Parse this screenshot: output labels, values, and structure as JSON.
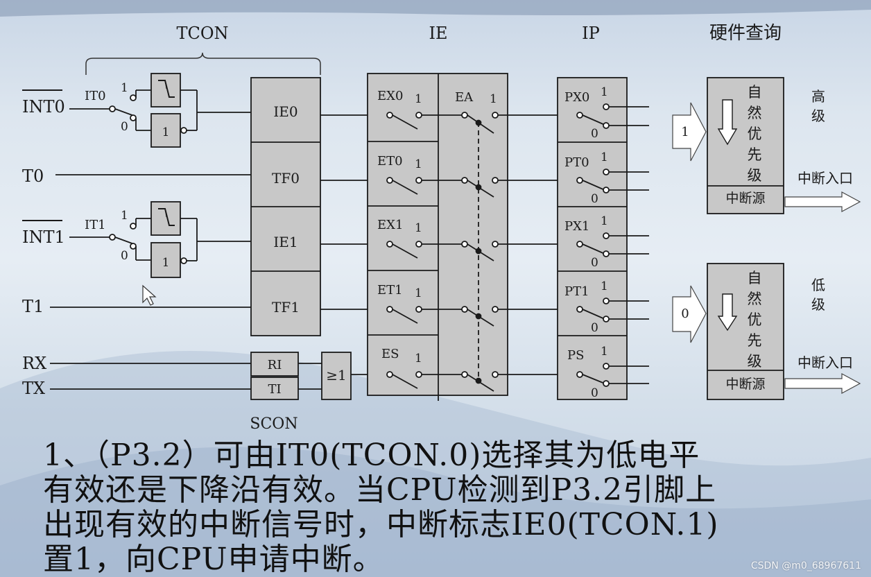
{
  "headers": {
    "tcon": "TCON",
    "ie": "IE",
    "ip": "IP",
    "hw_query": "硬件查询",
    "scon": "SCON"
  },
  "inputs": {
    "int0": "INT0",
    "t0": "T0",
    "int1": "INT1",
    "t1": "T1",
    "rx": "RX",
    "tx": "TX"
  },
  "it_selectors": {
    "it0": "IT0",
    "it1": "IT1",
    "one": "1",
    "zero": "0"
  },
  "tcon_flags": [
    "IE0",
    "TF0",
    "IE1",
    "TF1"
  ],
  "scon_flags": [
    "RI",
    "TI"
  ],
  "or_gate": "≥1",
  "ie_bits": [
    "EX0",
    "ET0",
    "EX1",
    "ET1",
    "ES"
  ],
  "ea_label": "EA",
  "ip_bits": [
    "PX0",
    "PT0",
    "PX1",
    "PT1",
    "PS"
  ],
  "switch_labels": {
    "one": "1",
    "zero": "0"
  },
  "priority": {
    "high": {
      "level": "高级",
      "arrow_value": "1",
      "natural": "自然优先级",
      "source": "中断源",
      "entry": "中断入口"
    },
    "low": {
      "level": "低级",
      "arrow_value": "0",
      "natural": "自然优先级",
      "source": "中断源",
      "entry": "中断入口"
    }
  },
  "caption": {
    "line1": "1、（P3.2）可由IT0(TCON.0)选择其为低电平",
    "line2": "有效还是下降沿有效。当CPU检测到P3.2引脚上",
    "line3": "出现有效的中断信号时，中断标志IE0(TCON.1)",
    "line4": "置1，向CPU申请中断。"
  },
  "watermark": "CSDN @m0_68967611",
  "colors": {
    "block_fill": "#c8c8c8",
    "stroke": "#1a1a1a",
    "arrow_fill": "#ffffff"
  }
}
